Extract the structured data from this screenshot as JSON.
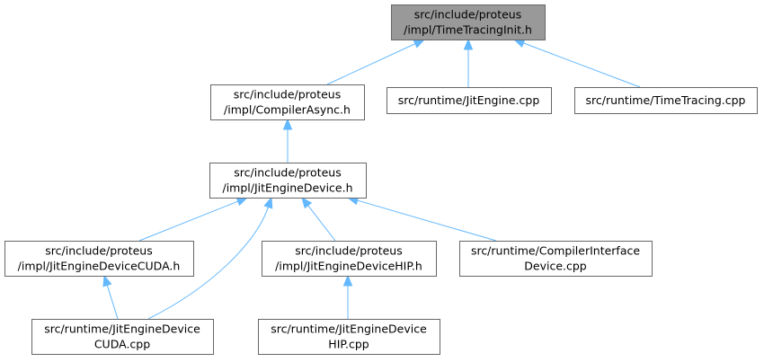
{
  "graph": {
    "nodes": [
      {
        "id": "time_tracing_init_h",
        "lines": [
          "src/include/proteus",
          "/impl/TimeTracingInit.h"
        ],
        "root": true
      },
      {
        "id": "compiler_async_h",
        "lines": [
          "src/include/proteus",
          "/impl/CompilerAsync.h"
        ]
      },
      {
        "id": "jit_engine_cpp",
        "lines": [
          "src/runtime/JitEngine.cpp"
        ]
      },
      {
        "id": "time_tracing_cpp",
        "lines": [
          "src/runtime/TimeTracing.cpp"
        ]
      },
      {
        "id": "jit_engine_device_h",
        "lines": [
          "src/include/proteus",
          "/impl/JitEngineDevice.h"
        ]
      },
      {
        "id": "jit_engine_device_cuda_h",
        "lines": [
          "src/include/proteus",
          "/impl/JitEngineDeviceCUDA.h"
        ]
      },
      {
        "id": "jit_engine_device_hip_h",
        "lines": [
          "src/include/proteus",
          "/impl/JitEngineDeviceHIP.h"
        ]
      },
      {
        "id": "compiler_interface_device_cpp",
        "lines": [
          "src/runtime/CompilerInterface",
          "Device.cpp"
        ]
      },
      {
        "id": "jit_engine_device_cuda_cpp",
        "lines": [
          "src/runtime/JitEngineDevice",
          "CUDA.cpp"
        ]
      },
      {
        "id": "jit_engine_device_hip_cpp",
        "lines": [
          "src/runtime/JitEngineDevice",
          "HIP.cpp"
        ]
      }
    ],
    "edges": [
      {
        "from": "compiler_async_h",
        "to": "time_tracing_init_h"
      },
      {
        "from": "jit_engine_cpp",
        "to": "time_tracing_init_h"
      },
      {
        "from": "time_tracing_cpp",
        "to": "time_tracing_init_h"
      },
      {
        "from": "jit_engine_device_h",
        "to": "compiler_async_h"
      },
      {
        "from": "jit_engine_device_cuda_h",
        "to": "jit_engine_device_h"
      },
      {
        "from": "jit_engine_device_cuda_cpp",
        "to": "jit_engine_device_h"
      },
      {
        "from": "jit_engine_device_hip_h",
        "to": "jit_engine_device_h"
      },
      {
        "from": "compiler_interface_device_cpp",
        "to": "jit_engine_device_h"
      },
      {
        "from": "jit_engine_device_cuda_cpp",
        "to": "jit_engine_device_cuda_h"
      },
      {
        "from": "jit_engine_device_hip_cpp",
        "to": "jit_engine_device_hip_h"
      }
    ],
    "colors": {
      "edge": "#63b8ff",
      "root_fill": "#999999",
      "node_border": "#666666"
    }
  }
}
